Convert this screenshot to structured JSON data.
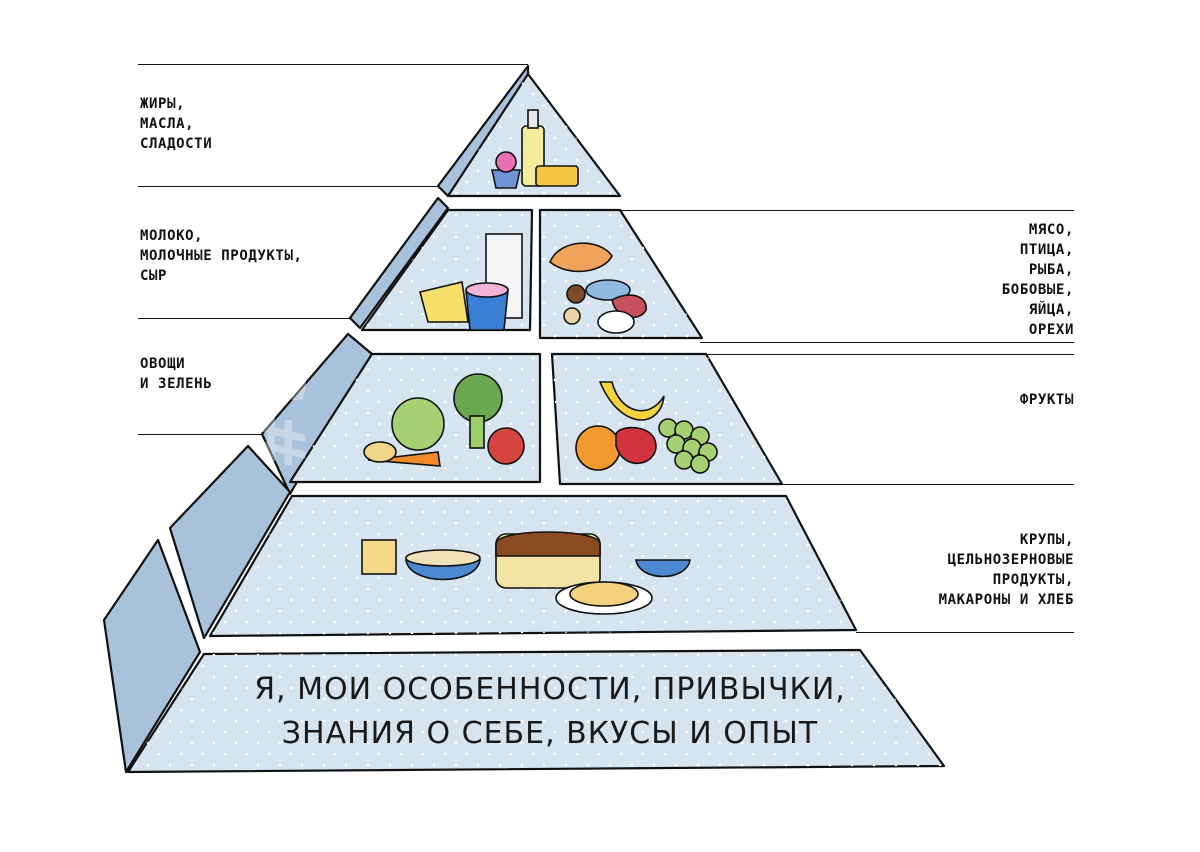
{
  "levels": {
    "fats": [
      "ЖИРЫ,",
      "МАСЛА,",
      "СЛАДОСТИ"
    ],
    "dairy": [
      "МОЛОКО,",
      "МОЛОЧНЫЕ ПРОДУКТЫ,",
      "СЫР"
    ],
    "protein": [
      "МЯСО,",
      "ПТИЦА,",
      "РЫБА,",
      "БОБОВЫЕ,",
      "ЯЙЦА,",
      "ОРЕХИ"
    ],
    "vegetables": [
      "ОВОЩИ",
      "И ЗЕЛЕНЬ"
    ],
    "fruits": [
      "ФРУКТЫ"
    ],
    "grains": [
      "КРУПЫ,",
      "ЦЕЛЬНОЗЕРНОВЫЕ",
      "ПРОДУКТЫ,",
      "МАКАРОНЫ И ХЛЕБ"
    ],
    "base": [
      "Я, МОИ ОСОБЕННОСТИ, ПРИВЫЧКИ,",
      "ЗНАНИЯ О СЕБЕ, ВКУСЫ И ОПЫТ"
    ]
  },
  "watermark": "#SEKTA",
  "colors": {
    "pyramid_fill": "#d6e4f0",
    "pyramid_side": "#a9c2dc",
    "outline": "#111111"
  }
}
